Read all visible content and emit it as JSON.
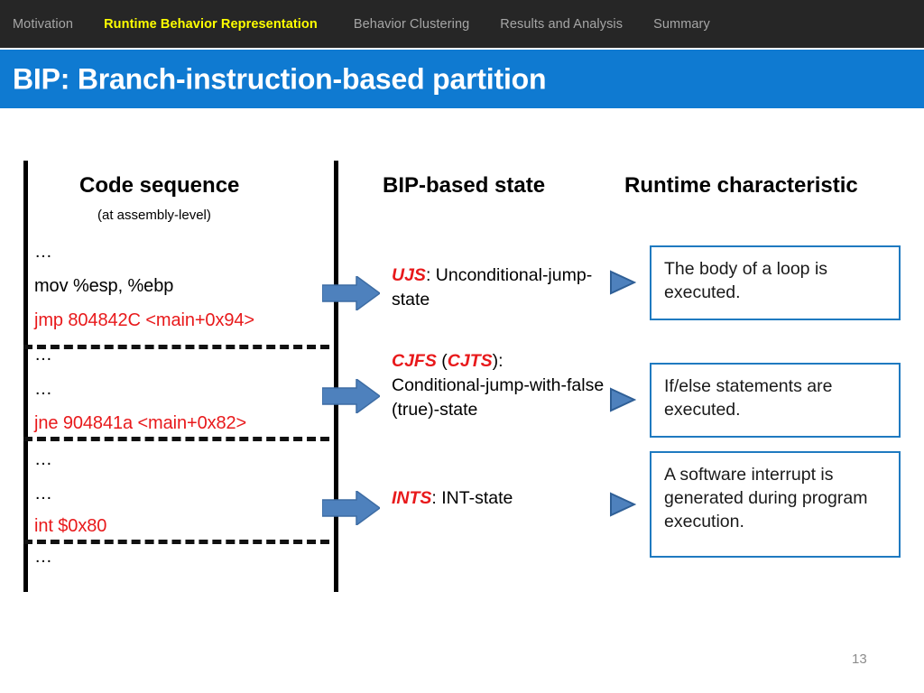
{
  "nav": {
    "items": [
      {
        "label": "Motivation",
        "active": false
      },
      {
        "label": "Runtime Behavior Representation",
        "active": true
      },
      {
        "label": "Behavior Clustering",
        "active": false
      },
      {
        "label": "Results and Analysis",
        "active": false
      },
      {
        "label": "Summary",
        "active": false
      }
    ],
    "active_color": "#ffff00",
    "inactive_color": "#a6a6a6",
    "background": "#262626"
  },
  "slide": {
    "title": "BIP: Branch-instruction-based partition",
    "title_bar_color": "#0f7ad1",
    "page_number": "13"
  },
  "columns": {
    "code": {
      "heading": "Code sequence",
      "subheading": "(at assembly-level)"
    },
    "state": {
      "heading": "BIP-based state"
    },
    "runtime": {
      "heading": "Runtime characteristic"
    }
  },
  "code_lines": [
    {
      "text": "…",
      "color": "black",
      "kind": "dots"
    },
    {
      "text": "mov %esp, %ebp",
      "color": "black",
      "kind": "code"
    },
    {
      "text": "jmp 804842C <main+0x94>",
      "color": "red",
      "kind": "code"
    },
    {
      "text": "…",
      "color": "black",
      "kind": "dots"
    },
    {
      "text": "…",
      "color": "black",
      "kind": "dots"
    },
    {
      "text": "jne 904841a <main+0x82>",
      "color": "red",
      "kind": "code"
    },
    {
      "text": "…",
      "color": "black",
      "kind": "dots"
    },
    {
      "text": "…",
      "color": "black",
      "kind": "dots"
    },
    {
      "text": "int $0x80",
      "color": "red",
      "kind": "code"
    },
    {
      "text": "…",
      "color": "black",
      "kind": "dots"
    }
  ],
  "code_text_color_red": "#e8191b",
  "states": [
    {
      "abbr": "UJS",
      "separator": ": ",
      "expansion": "Unconditional-jump-state",
      "italic": false
    },
    {
      "abbr": "CJFS",
      "abbr2": "CJTS",
      "open_paren": " (",
      "close_paren": "):",
      "expansion": "Conditional-jump-with-false (true)-state",
      "italic": true
    },
    {
      "abbr": "INTS",
      "separator": ": ",
      "expansion": "INT-state",
      "italic": true
    }
  ],
  "descriptions": [
    {
      "text": "The body of a loop is executed."
    },
    {
      "text": "If/else statements are executed."
    },
    {
      "text": "A software interrupt is generated during program execution."
    }
  ],
  "arrows": {
    "block_fill": "#4e81bd",
    "block_stroke": "#3d6ca3",
    "triangle_fill": "#4e81bd",
    "triangle_stroke": "#2f5f96",
    "block_icon": "right-block-arrow-icon",
    "triangle_icon": "right-triangle-arrow-icon"
  },
  "box_border_color": "#1f7ac0"
}
